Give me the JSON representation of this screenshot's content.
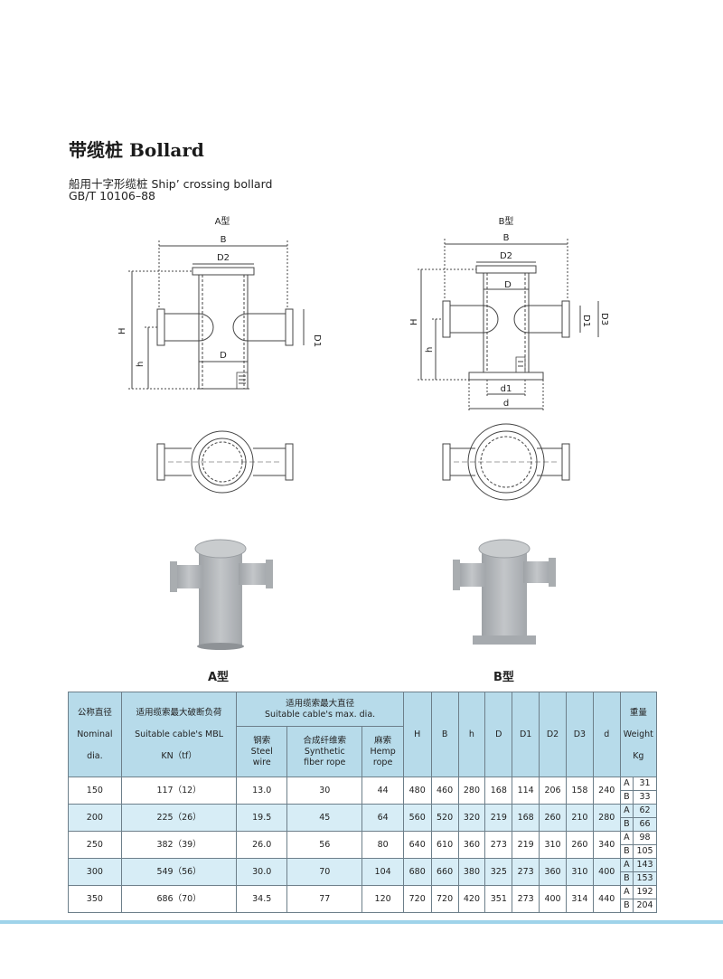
{
  "heading": {
    "title": "带缆桩 Bollard",
    "subtitle_1": "船用十字形缆桩 Ship’ crossing bollard",
    "subtitle_2": "GB/T 10106–88"
  },
  "drawings": {
    "a_title": "A型",
    "b_title": "B型",
    "dim_B": "B",
    "dim_D2": "D2",
    "dim_D": "D",
    "dim_D1": "D1",
    "dim_D3": "D3",
    "dim_H": "H",
    "dim_h": "h",
    "dim_d1": "d1",
    "dim_d": "d"
  },
  "photos": {
    "a_caption": "A型",
    "b_caption": "B型"
  },
  "table": {
    "h_nominal": "公称直径",
    "h_nominal_en1": "Nominal",
    "h_nominal_en2": "dia.",
    "h_mbl": "适用缆索最大破断负荷",
    "h_mbl_en1": "Suitable cable's MBL",
    "h_mbl_en2": "KN（tf）",
    "h_cable": "适用缆索最大直径",
    "h_cable_en": "Suitable cable's max. dia.",
    "h_steel": "钢索",
    "h_steel_en1": "Steel",
    "h_steel_en2": "wire",
    "h_fiber": "合成纤维索",
    "h_fiber_en1": "Synthetic",
    "h_fiber_en2": "fiber rope",
    "h_hemp": "麻索",
    "h_hemp_en1": "Hemp",
    "h_hemp_en2": "rope",
    "h_H": "H",
    "h_B": "B",
    "h_h": "h",
    "h_D": "D",
    "h_D1": "D1",
    "h_D2": "D2",
    "h_D3": "D3",
    "h_d": "d",
    "h_weight": "重量",
    "h_weight_en1": "Weight",
    "h_weight_en2": "Kg",
    "rows": [
      {
        "nominal": "150",
        "mbl": "117（12）",
        "steel": "13.0",
        "fiber": "30",
        "hemp": "44",
        "H": "480",
        "B": "460",
        "h": "280",
        "D": "168",
        "D1": "114",
        "D2": "206",
        "D3": "158",
        "d": "240",
        "ta": "A",
        "wa": "31",
        "tb": "B",
        "wb": "33"
      },
      {
        "nominal": "200",
        "mbl": "225（26）",
        "steel": "19.5",
        "fiber": "45",
        "hemp": "64",
        "H": "560",
        "B": "520",
        "h": "320",
        "D": "219",
        "D1": "168",
        "D2": "260",
        "D3": "210",
        "d": "280",
        "ta": "A",
        "wa": "62",
        "tb": "B",
        "wb": "66"
      },
      {
        "nominal": "250",
        "mbl": "382（39）",
        "steel": "26.0",
        "fiber": "56",
        "hemp": "80",
        "H": "640",
        "B": "610",
        "h": "360",
        "D": "273",
        "D1": "219",
        "D2": "310",
        "D3": "260",
        "d": "340",
        "ta": "A",
        "wa": "98",
        "tb": "B",
        "wb": "105"
      },
      {
        "nominal": "300",
        "mbl": "549（56）",
        "steel": "30.0",
        "fiber": "70",
        "hemp": "104",
        "H": "680",
        "B": "660",
        "h": "380",
        "D": "325",
        "D1": "273",
        "D2": "360",
        "D3": "310",
        "d": "400",
        "ta": "A",
        "wa": "143",
        "tb": "B",
        "wb": "153"
      },
      {
        "nominal": "350",
        "mbl": "686（70）",
        "steel": "34.5",
        "fiber": "77",
        "hemp": "120",
        "H": "720",
        "B": "720",
        "h": "420",
        "D": "351",
        "D1": "273",
        "D2": "400",
        "D3": "314",
        "d": "440",
        "ta": "A",
        "wa": "192",
        "tb": "B",
        "wb": "204"
      }
    ]
  },
  "colors": {
    "header_bg": "#b7dbea",
    "stripe_bg": "#d7edf6",
    "line": "#6d7f8a",
    "casting": "#b9bcc0",
    "bottom_rule": "#9fd3ea"
  }
}
